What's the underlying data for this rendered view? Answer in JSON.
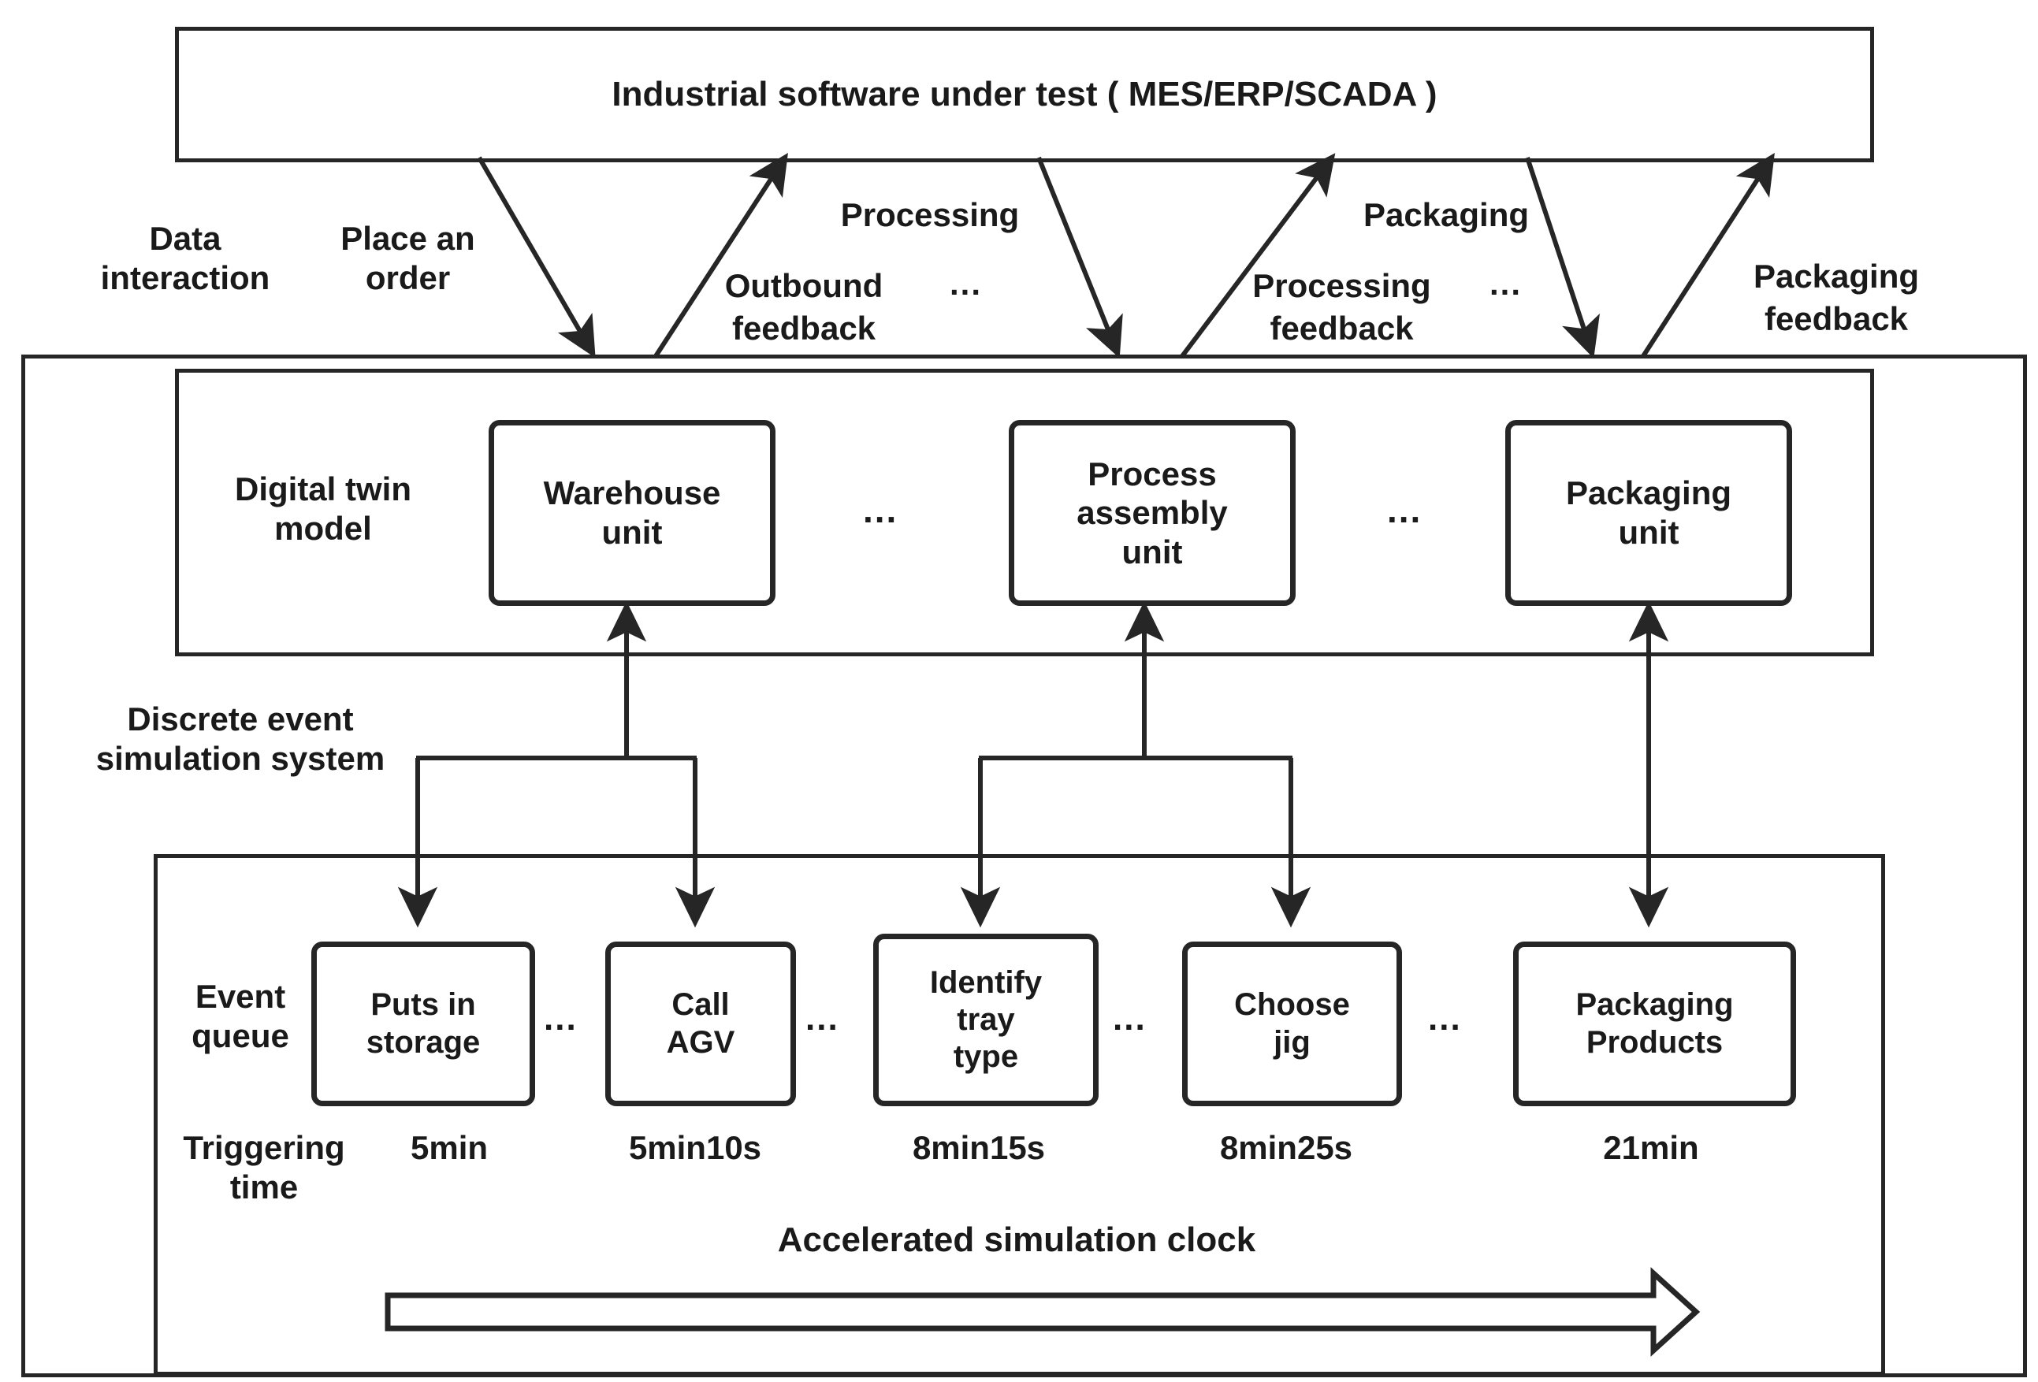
{
  "diagram": {
    "title_box": {
      "label": "Industrial software under test ( MES/ERP/SCADA )"
    },
    "side_labels": {
      "data_interaction": "Data\ninteraction",
      "digital_twin_model": "Digital twin\nmodel",
      "discrete_event_simulation_system": "Discrete event\nsimulation system",
      "event_queue": "Event\nqueue",
      "triggering_time": "Triggering\ntime"
    },
    "interaction_arrows": [
      {
        "name": "place-an-order",
        "label": "Place an\norder",
        "direction": "down"
      },
      {
        "name": "outbound-feedback",
        "label": "Outbound",
        "label2": "feedback",
        "direction": "up",
        "ellipsis": "..."
      },
      {
        "name": "processing",
        "label": "Processing",
        "direction": "down"
      },
      {
        "name": "processing-feedback",
        "label": "Processing",
        "label2": "feedback",
        "direction": "up",
        "ellipsis": "..."
      },
      {
        "name": "packaging",
        "label": "Packaging",
        "direction": "down"
      },
      {
        "name": "packaging-feedback",
        "label": "Packaging",
        "label2": "feedback",
        "direction": "up"
      }
    ],
    "digital_twin_units": [
      {
        "name": "warehouse-unit",
        "label": "Warehouse\nunit"
      },
      {
        "name": "process-assembly-unit",
        "label": "Process\nassembly\nunit"
      },
      {
        "name": "packaging-unit",
        "label": "Packaging\nunit"
      }
    ],
    "digital_twin_ellipses": [
      "...",
      "..."
    ],
    "event_queue_items": [
      {
        "name": "puts-in-storage",
        "label": "Puts in\nstorage",
        "time": "5min"
      },
      {
        "name": "call-agv",
        "label": "Call\nAGV",
        "time": "5min10s"
      },
      {
        "name": "identify-tray-type",
        "label": "Identify\ntray\ntype",
        "time": "8min15s"
      },
      {
        "name": "choose-jig",
        "label": "Choose\njig",
        "time": "8min25s"
      },
      {
        "name": "packaging-products",
        "label": "Packaging\nProducts",
        "time": "21min"
      }
    ],
    "event_queue_ellipses": [
      "...",
      "...",
      "...",
      "..."
    ],
    "clock": {
      "label": "Accelerated simulation clock"
    },
    "colors": {
      "stroke": "#262626",
      "background": "#ffffff",
      "text": "#1a1a1a"
    }
  }
}
